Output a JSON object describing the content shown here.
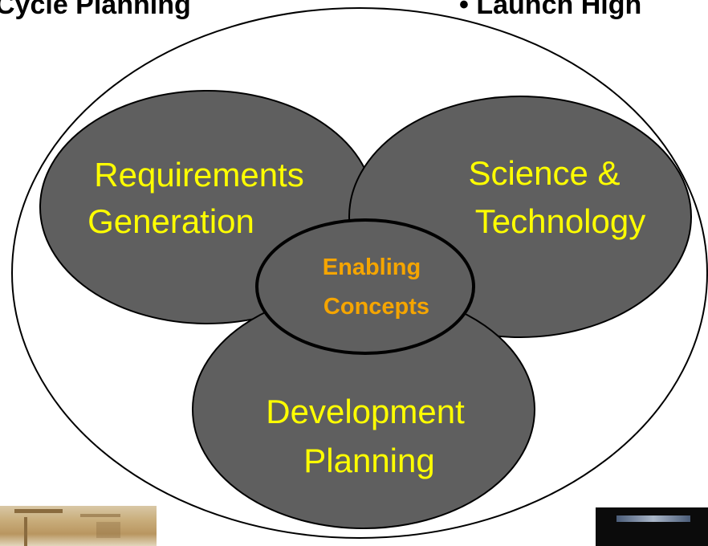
{
  "headings": {
    "left": "Cycle Planning",
    "right": "• Launch High"
  },
  "diagram": {
    "circles": {
      "requirements": [
        "Requirements",
        "Generation"
      ],
      "science": [
        "Science &",
        "Technology"
      ],
      "development": [
        "Development",
        "Planning"
      ],
      "center": [
        "Enabling",
        "Concepts"
      ]
    },
    "colors": {
      "circle_fill": "#5f5f5f",
      "label_text": "#ffff00",
      "center_text": "#f5a500",
      "outline": "#000000"
    }
  },
  "photos": {
    "left": "photo-thumbnail",
    "right": "photo-thumbnail"
  }
}
